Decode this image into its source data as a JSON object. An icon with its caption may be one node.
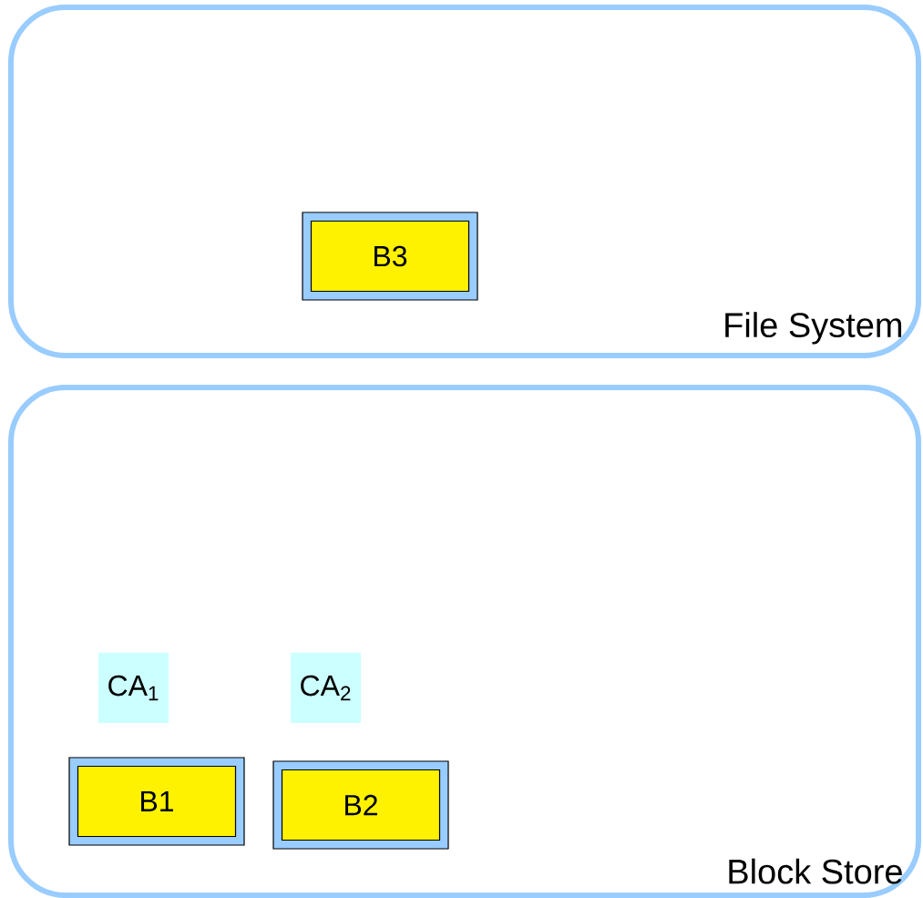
{
  "diagram": {
    "nodes": [
      {
        "text": [
          "File System"
        ]
      },
      {
        "text": [
          "B3"
        ],
        "in": 0
      },
      {
        "text": [
          "Block Store"
        ]
      },
      {
        "text": [
          "CA$_{1}$"
        ],
        "in": 2
      },
      {
        "text": [
          "CA$_{2}$"
        ],
        "in": 2
      },
      {
        "text": [
          "B1"
        ],
        "in": 2
      },
      {
        "text": [
          "B2"
        ],
        "in": 2
      }
    ]
  }
}
